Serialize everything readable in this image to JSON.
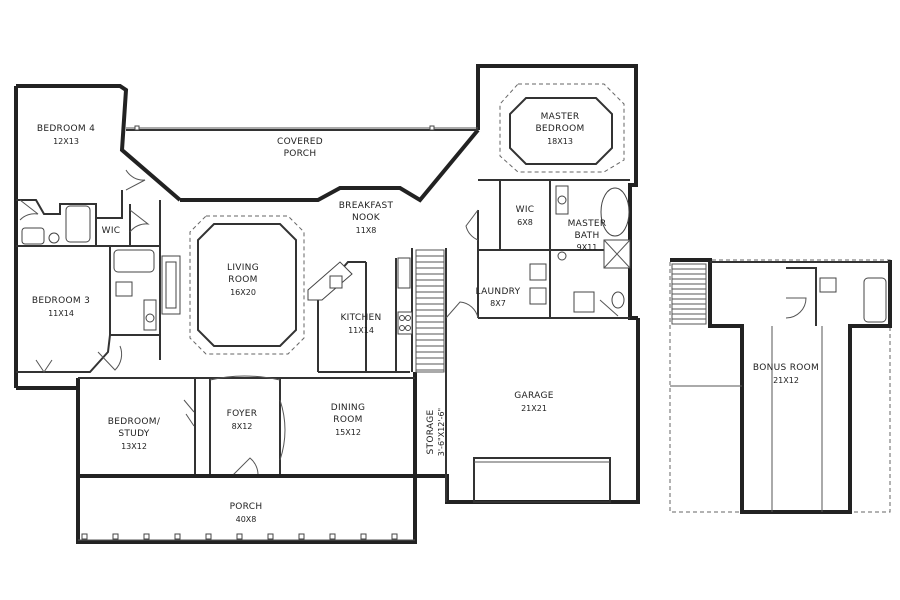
{
  "rooms": {
    "bedroom4": {
      "name": "BEDROOM 4",
      "size": "12X13"
    },
    "covered_porch": {
      "line1": "COVERED",
      "line2": "PORCH"
    },
    "master_bedroom": {
      "line1": "MASTER",
      "line2": "BEDROOM",
      "size": "18X13"
    },
    "breakfast_nook": {
      "line1": "BREAKFAST",
      "line2": "NOOK",
      "size": "11X8"
    },
    "wic_left": {
      "name": "WIC"
    },
    "wic_master": {
      "name": "WIC",
      "size": "6X8"
    },
    "master_bath": {
      "line1": "MASTER",
      "line2": "BATH",
      "size": "9X11"
    },
    "living_room": {
      "line1": "LIVING",
      "line2": "ROOM",
      "size": "16X20"
    },
    "bedroom3": {
      "name": "BEDROOM 3",
      "size": "11X14"
    },
    "laundry": {
      "name": "LAUNDRY",
      "size": "8X7"
    },
    "kitchen": {
      "name": "KITCHEN",
      "size": "11X14"
    },
    "bonus_room": {
      "name": "BONUS ROOM",
      "size": "21X12"
    },
    "garage": {
      "name": "GARAGE",
      "size": "21X21"
    },
    "bedroom_study": {
      "line1": "BEDROOM/",
      "line2": "STUDY",
      "size": "13X12"
    },
    "foyer": {
      "name": "FOYER",
      "size": "8X12"
    },
    "dining_room": {
      "line1": "DINING",
      "line2": "ROOM",
      "size": "15X12"
    },
    "storage": {
      "name": "STORAGE",
      "size": "3'-6\"X12'-6\""
    },
    "porch": {
      "name": "PORCH",
      "size": "40X8"
    }
  }
}
